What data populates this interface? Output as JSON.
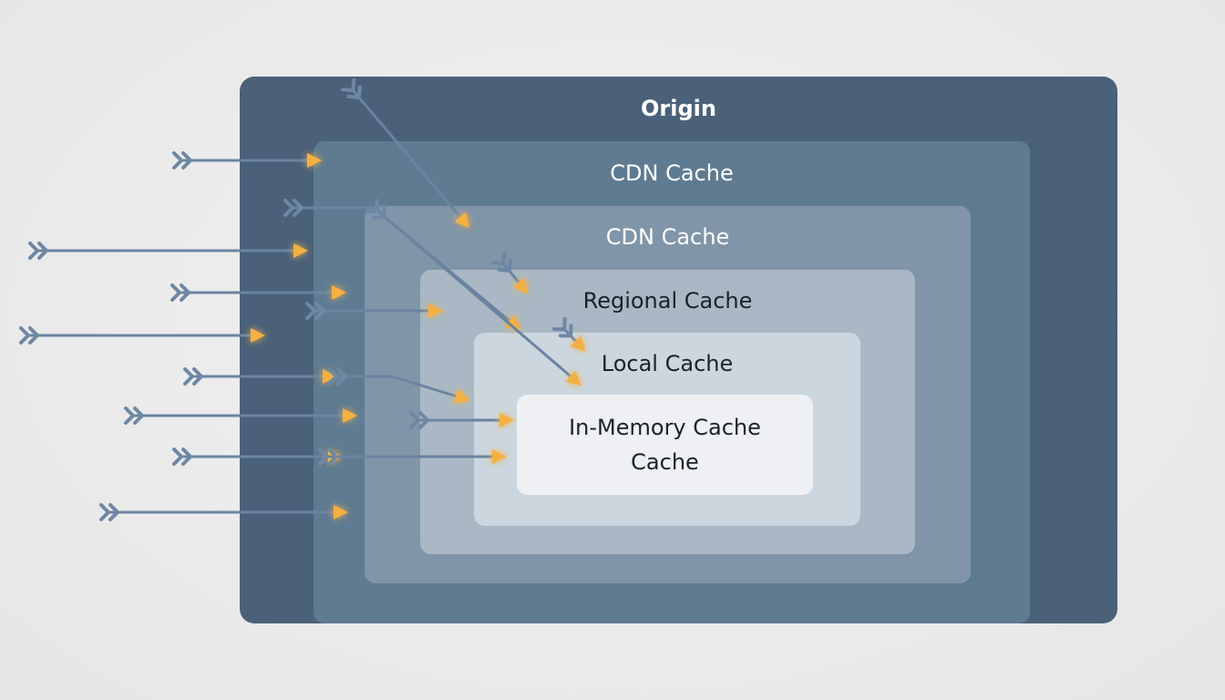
{
  "layers": {
    "origin": "Origin",
    "cdn_outer": "CDN Cache",
    "cdn_inner": "CDN Cache",
    "regional": "Regional Cache",
    "local": "Local Cache",
    "in_memory_line1": "In-Memory Cache",
    "in_memory_line2": "Cache"
  },
  "colors": {
    "line": "#6a84a0",
    "chevron": "#6e88a4",
    "arrowhead": "#f5b042",
    "glow": "#ffae2f"
  }
}
